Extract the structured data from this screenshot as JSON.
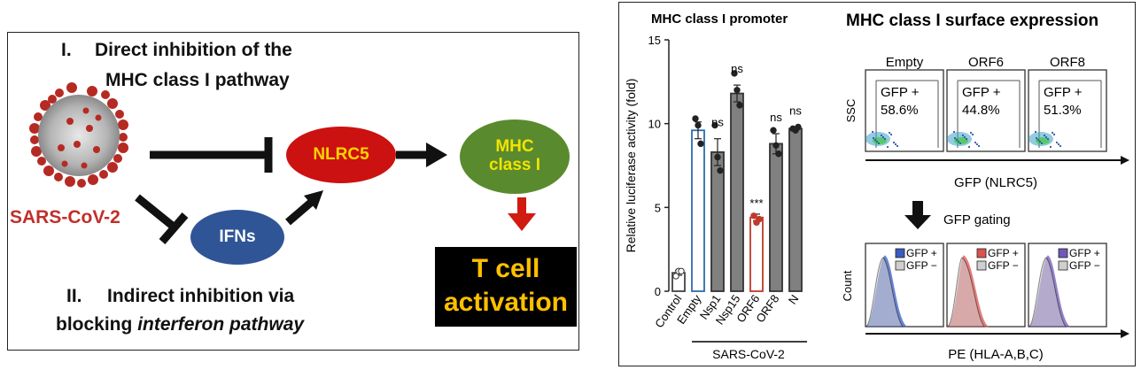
{
  "left_panel": {
    "heading1_num": "I.",
    "heading1_line1": "Direct inhibition of the",
    "heading1_line2": "MHC class I pathway",
    "virus_label": "SARS-CoV-2",
    "node_nlrc5": "NLRC5",
    "node_mhc_line1": "MHC",
    "node_mhc_line2": "class I",
    "node_ifns": "IFNs",
    "tcell_line1": "T cell",
    "tcell_line2": "activation",
    "heading2_num": "II.",
    "heading2_line1": "Indirect inhibition via",
    "heading2_line2_plain": "blocking ",
    "heading2_line2_italic": "interferon pathway",
    "colors": {
      "virus_label": "#c0302b",
      "nlrc5": "#cc1111",
      "nlrc5_text": "#ffd400",
      "mhc": "#5a8a2e",
      "mhc_text": "#f2e400",
      "ifns": "#2f5597",
      "tcell_bg": "#000000",
      "tcell_text": "#ffc000",
      "down_arrow": "#d11a10"
    }
  },
  "bar_chart": {
    "title": "MHC class I promoter",
    "group_label": "SARS-CoV-2",
    "significance": [
      "",
      "",
      "ns",
      "ns",
      "***",
      "ns",
      "ns"
    ],
    "chart_data": {
      "type": "bar",
      "ylabel": "Relative luciferase activity (fold)",
      "ylim": [
        0,
        15
      ],
      "yticks": [
        "0",
        "5",
        "10",
        "15"
      ],
      "categories": [
        "Control",
        "Empty",
        "Nsp1",
        "Nsp15",
        "ORF6",
        "ORF8",
        "N"
      ],
      "values": [
        1.1,
        9.6,
        8.3,
        11.8,
        4.4,
        8.8,
        9.7
      ],
      "errors": [
        0.15,
        0.5,
        0.8,
        0.5,
        0.2,
        0.6,
        0.1
      ],
      "points": [
        [
          0.9,
          1.2,
          1.2
        ],
        [
          10.3,
          9.9,
          8.8
        ],
        [
          9.9,
          8.0,
          7.2
        ],
        [
          13.0,
          12.0,
          11.1
        ],
        [
          4.5,
          4.1,
          4.3
        ],
        [
          9.6,
          8.7,
          8.2
        ],
        [
          9.7,
          9.6,
          9.8
        ]
      ],
      "bar_colors": [
        "#ffffff",
        "#ffffff",
        "#808080",
        "#808080",
        "#ffffff",
        "#808080",
        "#808080"
      ],
      "edge_colors": [
        "#444444",
        "#2b6cb0",
        "#333333",
        "#333333",
        "#c0392b",
        "#333333",
        "#333333"
      ]
    }
  },
  "flow": {
    "title": "MHC class I surface expression",
    "scatter_panels": [
      {
        "name": "Empty",
        "gate_label": "GFP +",
        "percent": "58.6%"
      },
      {
        "name": "ORF6",
        "gate_label": "GFP +",
        "percent": "44.8%"
      },
      {
        "name": "ORF8",
        "gate_label": "GFP +",
        "percent": "51.3%"
      }
    ],
    "ssc_label": "SSC",
    "gfp_axis": "GFP (NLRC5)",
    "gating_label": "GFP gating",
    "count_label": "Count",
    "pe_axis": "PE (HLA-A,B,C)",
    "histograms": [
      {
        "legend_pos": "GFP +",
        "legend_neg": "GFP −",
        "color": "#3a5bbf"
      },
      {
        "legend_pos": "GFP +",
        "legend_neg": "GFP −",
        "color": "#d9534f"
      },
      {
        "legend_pos": "GFP +",
        "legend_neg": "GFP −",
        "color": "#7058b8"
      }
    ]
  }
}
